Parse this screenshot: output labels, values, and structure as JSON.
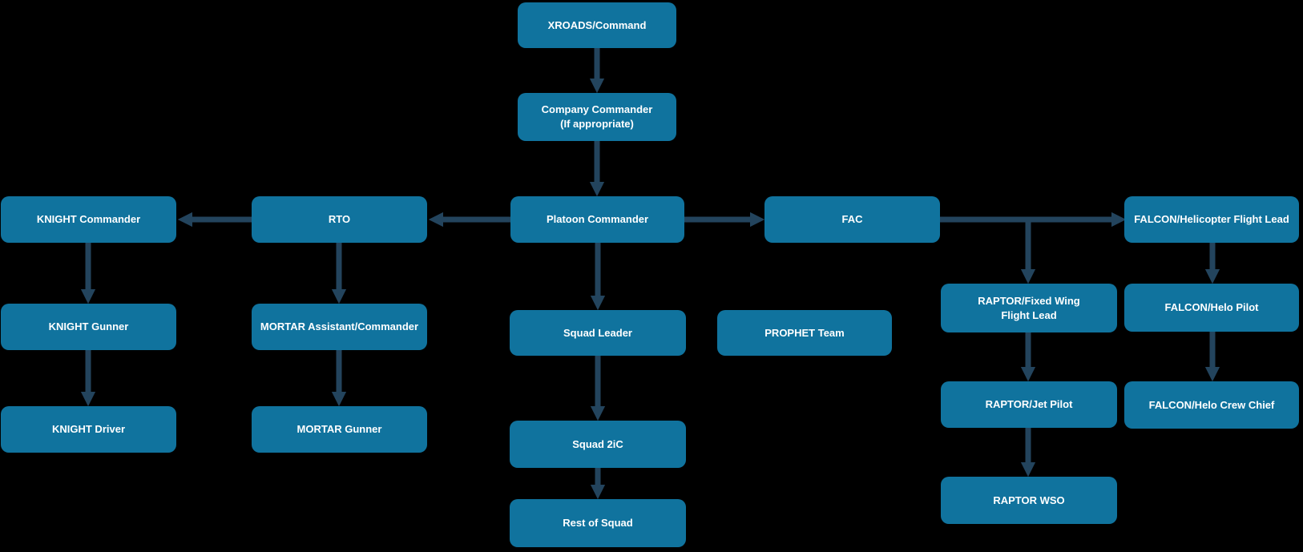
{
  "diagram": {
    "type": "org-chart-flowchart",
    "colors": {
      "background": "#000000",
      "node_fill": "#10739E",
      "node_text": "#FFFFFF",
      "arrow": "#23445D"
    },
    "nodes": [
      {
        "id": "xroads-command",
        "label": "XROADS/Command"
      },
      {
        "id": "company-commander",
        "label": "Company Commander\n(If appropriate)"
      },
      {
        "id": "knight-commander",
        "label": "KNIGHT Commander"
      },
      {
        "id": "rto",
        "label": "RTO"
      },
      {
        "id": "platoon-commander",
        "label": "Platoon Commander"
      },
      {
        "id": "fac",
        "label": "FAC"
      },
      {
        "id": "falcon-helicopter-flight-lead",
        "label": "FALCON/Helicopter Flight Lead"
      },
      {
        "id": "knight-gunner",
        "label": "KNIGHT Gunner"
      },
      {
        "id": "mortar-assistant-commander",
        "label": "MORTAR Assistant/Commander"
      },
      {
        "id": "squad-leader",
        "label": "Squad Leader"
      },
      {
        "id": "prophet-team",
        "label": "PROPHET Team"
      },
      {
        "id": "raptor-fixed-wing-flight-lead",
        "label": "RAPTOR/Fixed Wing\nFlight Lead"
      },
      {
        "id": "falcon-helo-pilot",
        "label": "FALCON/Helo Pilot"
      },
      {
        "id": "knight-driver",
        "label": "KNIGHT Driver"
      },
      {
        "id": "mortar-gunner",
        "label": "MORTAR Gunner"
      },
      {
        "id": "squad-2ic",
        "label": "Squad 2iC"
      },
      {
        "id": "raptor-jet-pilot",
        "label": "RAPTOR/Jet Pilot"
      },
      {
        "id": "falcon-helo-crew-chief",
        "label": "FALCON/Helo Crew Chief"
      },
      {
        "id": "rest-of-squad",
        "label": "Rest of Squad"
      },
      {
        "id": "raptor-wso",
        "label": "RAPTOR WSO"
      }
    ],
    "edges": [
      {
        "from": "xroads-command",
        "to": "company-commander"
      },
      {
        "from": "company-commander",
        "to": "platoon-commander"
      },
      {
        "from": "platoon-commander",
        "to": "rto"
      },
      {
        "from": "rto",
        "to": "knight-commander"
      },
      {
        "from": "platoon-commander",
        "to": "fac"
      },
      {
        "from": "fac",
        "to": "falcon-helicopter-flight-lead"
      },
      {
        "from": "fac",
        "to": "raptor-fixed-wing-flight-lead"
      },
      {
        "from": "platoon-commander",
        "to": "squad-leader"
      },
      {
        "from": "squad-leader",
        "to": "squad-2ic"
      },
      {
        "from": "squad-2ic",
        "to": "rest-of-squad"
      },
      {
        "from": "knight-commander",
        "to": "knight-gunner"
      },
      {
        "from": "knight-gunner",
        "to": "knight-driver"
      },
      {
        "from": "rto",
        "to": "mortar-assistant-commander"
      },
      {
        "from": "mortar-assistant-commander",
        "to": "mortar-gunner"
      },
      {
        "from": "falcon-helicopter-flight-lead",
        "to": "falcon-helo-pilot"
      },
      {
        "from": "falcon-helo-pilot",
        "to": "falcon-helo-crew-chief"
      },
      {
        "from": "raptor-fixed-wing-flight-lead",
        "to": "raptor-jet-pilot"
      },
      {
        "from": "raptor-jet-pilot",
        "to": "raptor-wso"
      }
    ]
  }
}
